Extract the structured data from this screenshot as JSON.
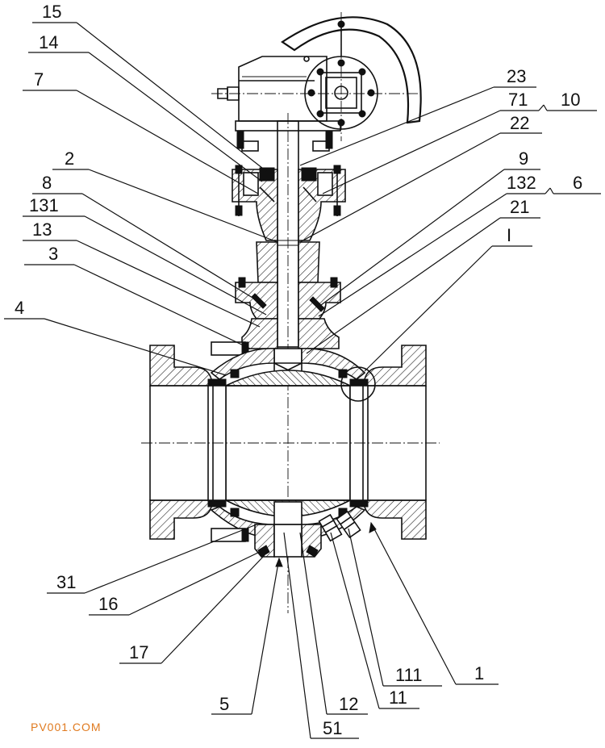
{
  "labels": {
    "l15": "15",
    "l14": "14",
    "l7": "7",
    "l2": "2",
    "l8": "8",
    "l131": "131",
    "l13": "13",
    "l3": "3",
    "l4": "4",
    "l23": "23",
    "l71": "71",
    "l10": "10",
    "l22": "22",
    "l9": "9",
    "l132": "132",
    "l6": "6",
    "l21": "21",
    "lI": "I",
    "l31": "31",
    "l16": "16",
    "l17": "17",
    "l5": "5",
    "l51": "51",
    "l12": "12",
    "l11": "11",
    "l111": "111",
    "l1": "1"
  },
  "watermark": "PV001.COM"
}
